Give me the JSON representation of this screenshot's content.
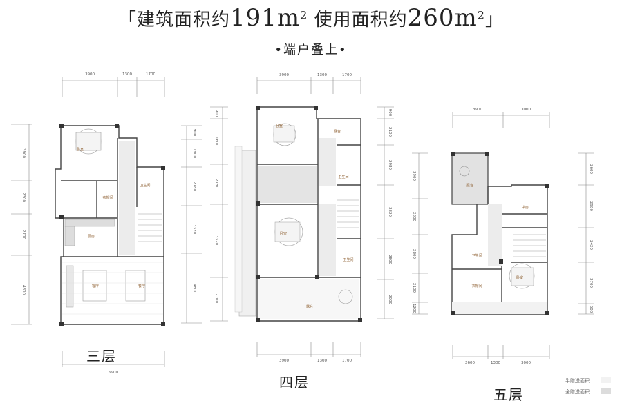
{
  "title": {
    "prefix": "「建筑面积约",
    "area1": "191",
    "unit1": "m",
    "sup1": "2",
    "mid": " 使用面积约",
    "area2": "260",
    "unit2": "m",
    "sup2": "2",
    "suffix": "」"
  },
  "subtitle": "•端户叠上•",
  "floors": {
    "f3": {
      "label": "三层",
      "top_dims": [
        "3900",
        "1300",
        "1700"
      ],
      "bottom_dim": "6900",
      "left_dims": [
        "3900",
        "2300",
        "2700",
        "4800"
      ],
      "right_dims": [
        "900",
        "1900",
        "2780",
        "3320",
        "4800"
      ],
      "rooms": [
        "卧室",
        "卫生间",
        "衣帽间",
        "厨房",
        "客厅",
        "餐厅"
      ]
    },
    "f4": {
      "label": "四层",
      "top_dims": [
        "3900",
        "1300",
        "1700"
      ],
      "bottom_dims": [
        "3900",
        "1300",
        "1700"
      ],
      "left_dims": [
        "900",
        "1600",
        "2780",
        "3320",
        "2700"
      ],
      "right_dims": [
        "900",
        "2100",
        "2980",
        "3320",
        "2800",
        "2000"
      ],
      "rooms": [
        "卧室",
        "露台",
        "卫生间",
        "卧室",
        "卫生间",
        "露台"
      ]
    },
    "f5": {
      "label": "五层",
      "top_dims": [
        "3900",
        "3000"
      ],
      "bottom_dims": [
        "2600",
        "1300",
        "3000"
      ],
      "left_dims": [
        "3900",
        "2300",
        "2800",
        "2100",
        "1200"
      ],
      "right_dims": [
        "2600",
        "2980",
        "2420",
        "3700",
        "600"
      ],
      "rooms": [
        "露台",
        "书房",
        "卫生间",
        "衣帽间",
        "卧室"
      ]
    }
  },
  "legend": [
    "半赠送面积",
    "全赠送面积"
  ]
}
